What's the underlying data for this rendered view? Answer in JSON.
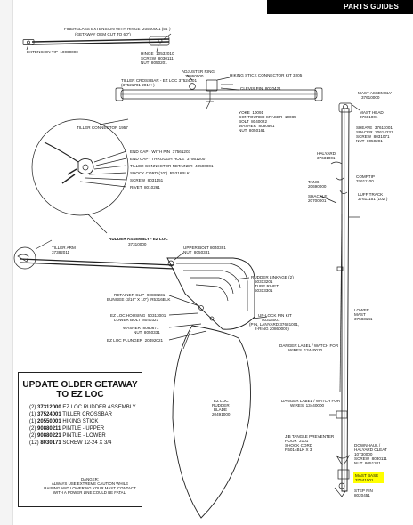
{
  "header": {
    "title": "PARTS GUIDES"
  },
  "top_assembly": {
    "fiberglass": "FIBERGLASS EXTENSION WITH HINGE  20500001 (54\")",
    "getaway_note": "(GETAWAY OEM CUT TO 60\")",
    "extension_tip": "EXTENSION TIP  10060000",
    "hinge": "HINGE  10532010",
    "hinge_screw": "SCREW  8030111",
    "hinge_nut": "NUT  8050201"
  },
  "tiller": {
    "adjuster_ring": "ADJUSTER RING",
    "adjuster_ring_pn": "20860000",
    "hiking_connector": "HIKING STICK CONNECTOR KIT 3205",
    "crossbar_a": "TILLER CROSSBAR - EZ LOC 37524001",
    "crossbar_b": "(37521701 2017+)",
    "clevis_pin": "CLEVIS PIN  8020421",
    "yoke": "YOKE  10091",
    "spacer": "CONTOURED SPACER  10085",
    "bolt": "BOLT  8040022",
    "washer": "WASHER  8080561",
    "nut": "NUT  8050161"
  },
  "tiller_connector": {
    "title": "TILLER CONNECTOR 1957",
    "end_cap": "END CAP - WITH PIN  37561203",
    "end_cap_through": "END CAP - THROUGH HOLE  37561200",
    "retainer": "TILLER CONNECTOR RETAINER  40590001",
    "shock_cord": "SHOCK CORD (10\")  R5316BLK",
    "screw": "SCREW  8031151",
    "rivet": "RIVET  8010261"
  },
  "rudder": {
    "title": "RUDDER ASSEMBLY - EZ LOC",
    "title_pn": "37310000",
    "tiller_arm": "TILLER ARM",
    "tiller_arm_pn": "37382011",
    "upper_bolt": "UPPER BOLT 8040391",
    "upper_bolt_nut": "NUT  8050331",
    "linkage": "RUDDER LINKAGE (2)",
    "linkage_pn": "50313201",
    "tube_rivet": "TUBE RIVET",
    "tube_rivet_pn": "50313301",
    "retainer_clip": "RETAINER CLIP  90880231",
    "bungee": "BUNGEE (3/16\" X 10\")  R5316BLK",
    "housing": "EZ LOC HOUSING  50313001",
    "lower_bolt": "LOWER BOLT  8040321",
    "lower_washer": "WASHER  8080671",
    "lower_nut": "NUT  8050331",
    "plunger": "EZ LOC PLUNGER  20492021",
    "uplock_a": "UP-LOCK PIN KIT",
    "uplock_b": "50314001",
    "uplock_c": "(PIN, LANYARD 37681001,",
    "uplock_d": "2-RING 20860000)",
    "blade_a": "EZ LOC",
    "blade_b": "RUDDER",
    "blade_c": "BLADE",
    "blade_d": "20491000"
  },
  "mast": {
    "assembly": "MAST ASSEMBLY",
    "assembly_pn": "37610000",
    "head": "MAST HEAD",
    "head_pn": "37601001",
    "sheave": "SHEAVE  37611001",
    "spacer": "SPACER  20614231",
    "screw": "SCREW  8031071",
    "nut": "NUT  8050201",
    "halyard": "HALYARD",
    "halyard_pn": "37631001",
    "compip": "COMPTIP",
    "compip_pn": "37611100",
    "tang": "TANG",
    "tang_pn": "20690000",
    "shackle": "SHACKLE",
    "shackle_pn": "20700001",
    "luff": "LUFF TRACK",
    "luff_pn": "37611151 (102\")",
    "lower": "LOWER",
    "lower_b": "MAST",
    "lower_pn": "37583141",
    "danger_label_a": "DANGER LABEL / WATCH FOR",
    "danger_label_b": "WIRES  13440010",
    "danger_label2_a": "DANGER LABEL / WATCH FOR",
    "danger_label2_b": "WIRES  13440000",
    "jib_a": "JIB TANGLE PREVENTER",
    "jib_b": "HOOK  2101",
    "jib_c": "SHOCK CORD",
    "jib_d": "R5014BLK X 3'",
    "downhaul_a": "DOWNHAUL /",
    "downhaul_b": "HALYARD CLEAT",
    "downhaul_c": "10730000",
    "downhaul_d": "SCREW  8030111",
    "downhaul_e": "NUT  8051201",
    "base_a": "MAST BASE",
    "base_b": "37641001",
    "step_a": "STEP PIN",
    "step_b": "8020451"
  },
  "callout": {
    "title_1": "UPDATE OLDER GETAWAY",
    "title_2": "TO EZ LOC",
    "items": [
      {
        "qty": "(2)",
        "pn": "37312000",
        "desc": "EZ LOC RUDDER ASSEMBLY"
      },
      {
        "qty": "(1)",
        "pn": "37524001",
        "desc": "TILLER CROSSBAR"
      },
      {
        "qty": "(1)",
        "pn": "20550001",
        "desc": "HIKING STICK"
      },
      {
        "qty": "(2)",
        "pn": "90880211",
        "desc": "PINTLE - UPPER"
      },
      {
        "qty": "(2)",
        "pn": "90880221",
        "desc": "PINTLE - LOWER"
      },
      {
        "qty": "(12)",
        "pn": "8030171",
        "desc": "SCREW 12-24 X 3/4"
      }
    ],
    "danger_1": "DANGER:",
    "danger_2": "ALWAYS USE EXTREME CAUTION WHILE",
    "danger_3": "RAISING AND LOWERING YOUR MAST. CONTACT",
    "danger_4": "WITH A POWER LINE COULD BE FATAL."
  },
  "colors": {
    "header_bg": "#000000",
    "highlight": "#ffff00",
    "line": "#222222"
  }
}
